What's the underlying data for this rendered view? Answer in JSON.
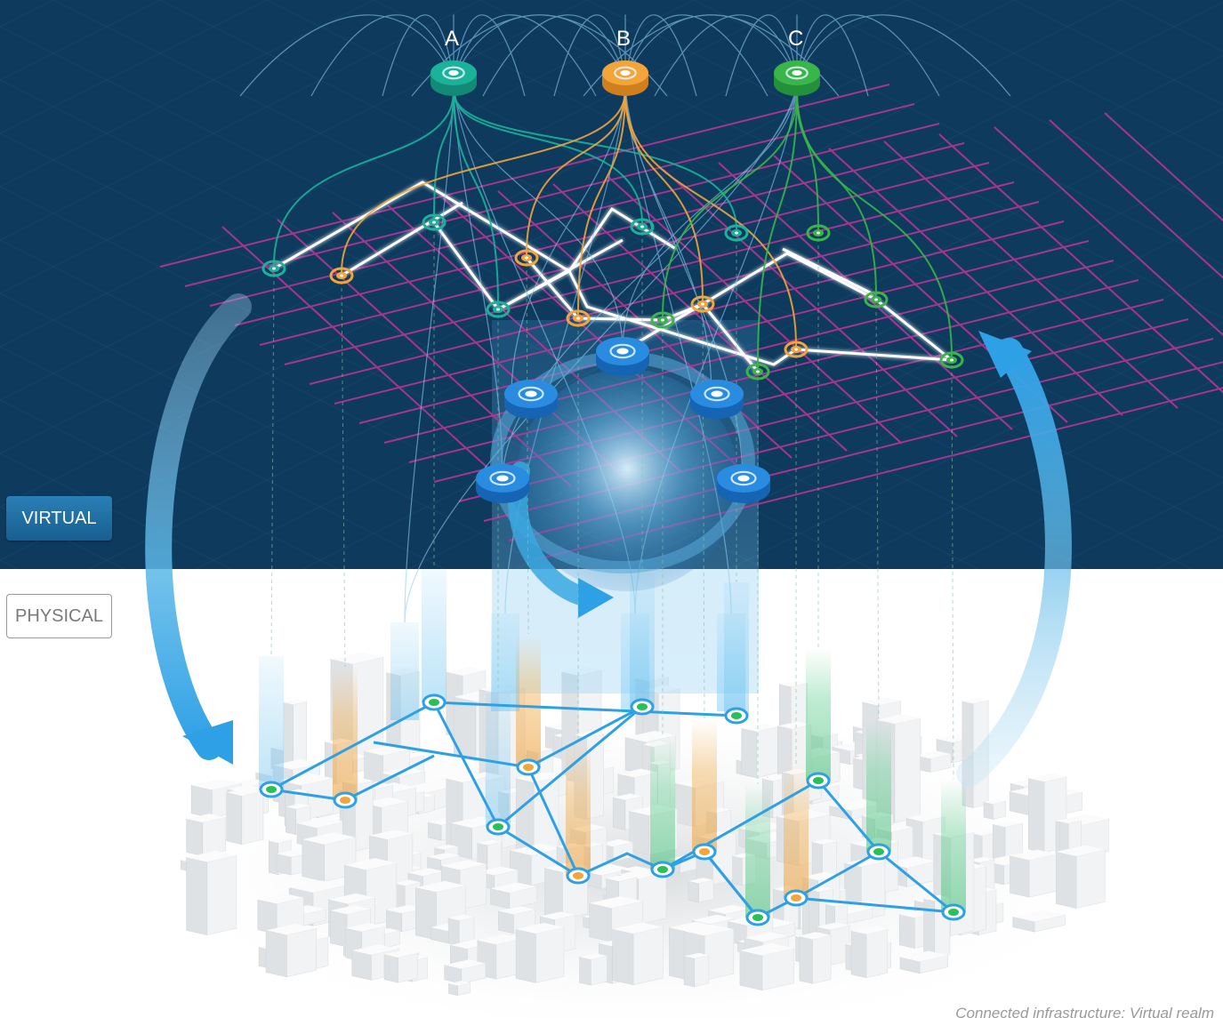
{
  "realms": {
    "virtual_label": "VIRTUAL",
    "physical_label": "PHYSICAL"
  },
  "hubs": [
    {
      "letter": "A",
      "color": "#1ab39a"
    },
    {
      "letter": "B",
      "color": "#f3a53a"
    },
    {
      "letter": "C",
      "color": "#3ab54a"
    }
  ],
  "caption": "Connected infrastructure: Virtual realm",
  "colors": {
    "virtual_background": "#0e3a5e",
    "grid_lines": "#c0359a",
    "network_lines_virtual": "#ffffff",
    "network_lines_physical": "#2ea0e6",
    "cycle_arrow": "#3aa8e0",
    "ring_nodes": "#1e7fd0"
  },
  "icons": [
    "hub-disc-icon",
    "node-ring-icon",
    "cycle-arrow-icon",
    "building-icon"
  ]
}
